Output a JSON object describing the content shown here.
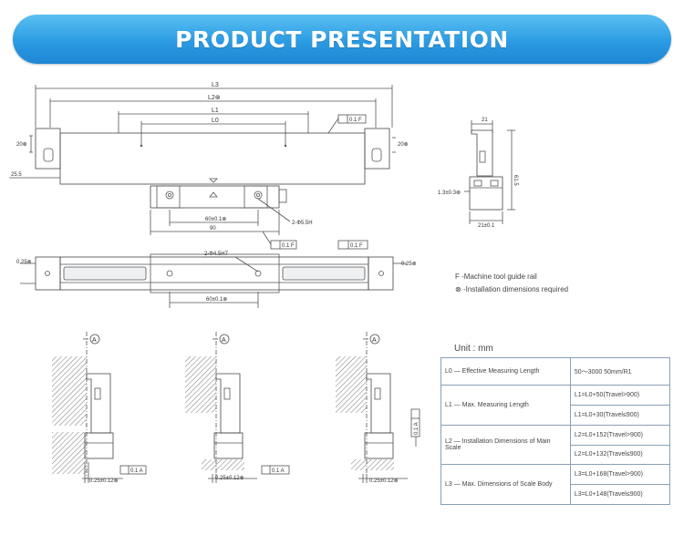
{
  "banner": {
    "title": "PRODUCT PRESENTATION"
  },
  "top_view": {
    "dims": {
      "l3": "L3",
      "l2": "L2⊗",
      "l1": "L1",
      "l0": "L0",
      "left_20": "20⊗",
      "right_20": "20⊗",
      "left_25": "25.5"
    },
    "tol_top": "0.1 F",
    "reader": {
      "d1": "60±0.1⊗",
      "d2": "90",
      "holes": "2-Ф5.5H"
    }
  },
  "front_view": {
    "tol_left": "0.1 F",
    "tol_right": "0.1 F",
    "holes": "2-Ф4.5H7",
    "left_dim": "0.25⊗",
    "right_dim": "0.25⊗",
    "bottom_dim": "60±0.1⊗"
  },
  "side_view": {
    "top_w": "21",
    "height": "61.5",
    "offset": "1.3±0.3⊗",
    "bottom_w": "21±0.1"
  },
  "legend": {
    "f": "F -Machine tool guide rail",
    "install": "⊗ -Installation dimensions required"
  },
  "mounts": [
    {
      "datum": "A",
      "bottom": "0.25±0.12⊗",
      "tol": "0.1 A"
    },
    {
      "datum": "A",
      "bottom": "0.25±0.12⊗",
      "tol": "0.1 A"
    },
    {
      "datum": "A",
      "bottom": "0.25±0.12⊗",
      "tol": "0.1 A"
    }
  ],
  "spec_table": {
    "unit": "Unit : mm",
    "rows": [
      {
        "label": "L0 — Effective Measuring Length",
        "values": [
          "50～3000  50mm/R1"
        ]
      },
      {
        "label": "L1 — Max. Measuring Length",
        "values": [
          "L1=L0+50(Travel>900)",
          "L1=L0+30(Travel≤900)"
        ]
      },
      {
        "label": "L2 — Installation Dimensions of Main Scale",
        "values": [
          "L2=L0+152(Travel>900)",
          "L2=L0+132(Travel≤900)"
        ]
      },
      {
        "label": "L3 — Max. Dimensions of Scale Body",
        "values": [
          "L3=L0+168(Travel>900)",
          "L3=L0+148(Travel≤900)"
        ]
      }
    ]
  }
}
